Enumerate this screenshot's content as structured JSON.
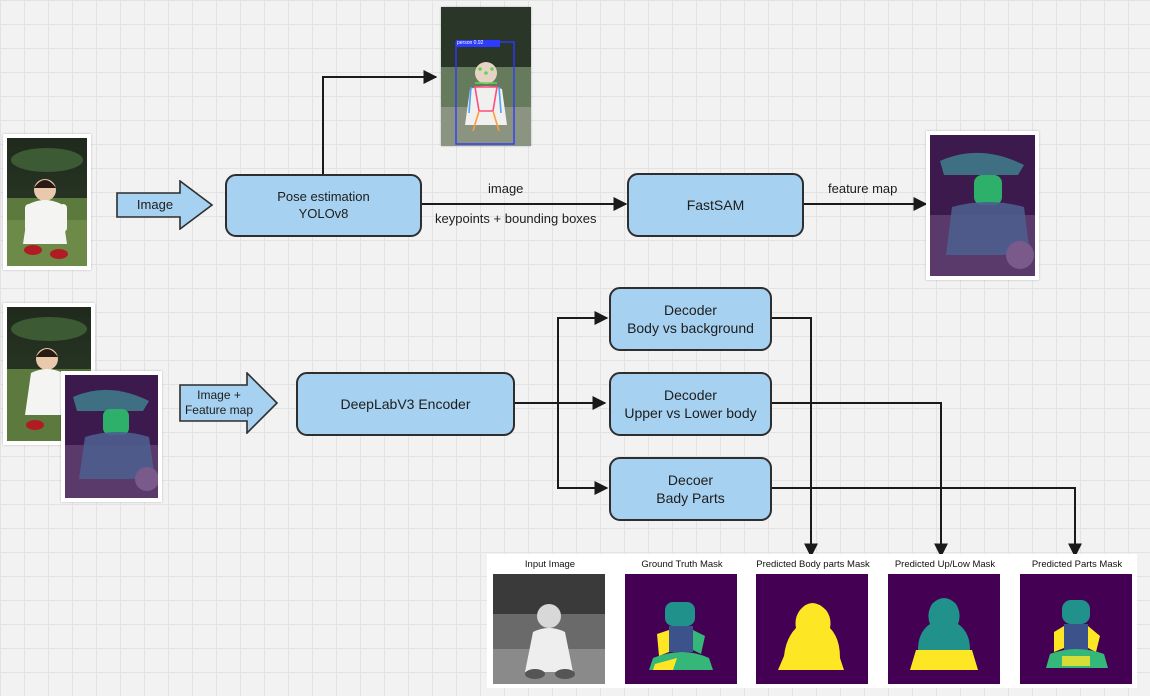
{
  "diagram": {
    "nodes": {
      "pose": [
        "Pose estimation",
        "YOLOv8"
      ],
      "fastsam": [
        "FastSAM"
      ],
      "encoder": [
        "DeepLabV3 Encoder"
      ],
      "decoder_body": [
        "Decoder",
        "Body vs background"
      ],
      "decoder_uplow": [
        "Decoder",
        "Upper vs Lower body"
      ],
      "decoder_parts": [
        "Decoer",
        "Bady Parts"
      ]
    },
    "input_arrows": {
      "image": [
        "Image"
      ],
      "image_feature": [
        "Image +",
        "Feature map"
      ]
    },
    "edge_labels": {
      "pose_to_fastsam_top": "image",
      "pose_to_fastsam_bottom": "keypoints + bounding boxes",
      "fastsam_to_output": "feature map"
    },
    "detection_label": "person 0.92",
    "results": {
      "titles": [
        "Input Image",
        "Ground Truth Mask",
        "Predicted Body parts Mask",
        "Predicted Up/Low Mask",
        "Predicted Parts Mask"
      ]
    }
  },
  "colors": {
    "node_fill": "#a7d1f0",
    "node_border": "#2e2e2e",
    "mask_background": "#440154",
    "mask_teal": "#21918c",
    "mask_green": "#35b779",
    "mask_blue": "#3b528b",
    "mask_yellow": "#fde725"
  },
  "icons": [
    "child-photo",
    "pose-detection-image",
    "feature-map-image",
    "segmentation-mask"
  ]
}
